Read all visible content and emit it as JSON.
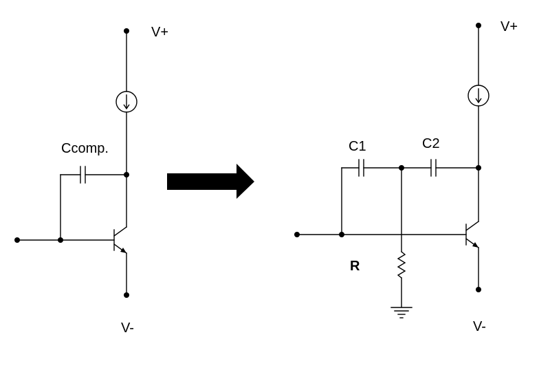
{
  "left_circuit": {
    "supply_positive": "V+",
    "supply_negative": "V-",
    "capacitor": "Ccomp."
  },
  "right_circuit": {
    "supply_positive": "V+",
    "supply_negative": "V-",
    "capacitor_1": "C1",
    "capacitor_2": "C2",
    "resistor": "R"
  },
  "arrow": {
    "color": "#000000"
  }
}
